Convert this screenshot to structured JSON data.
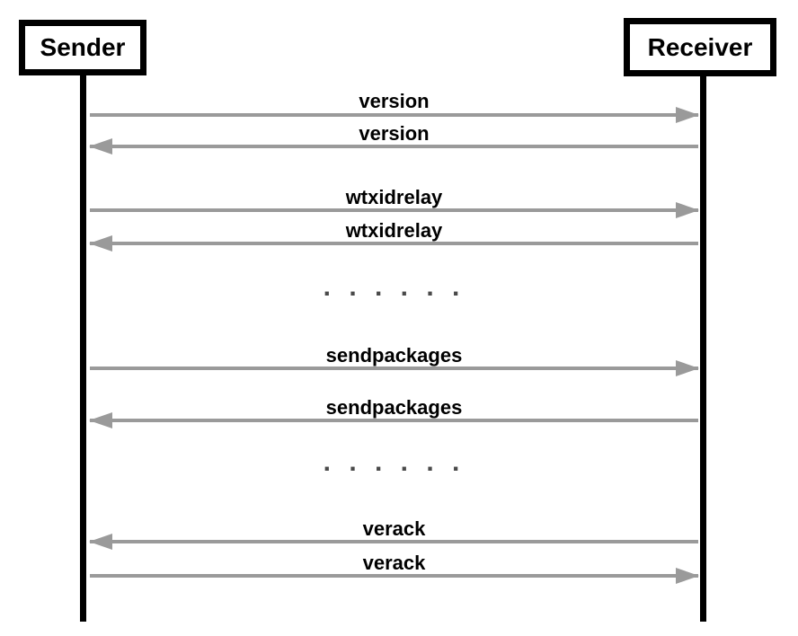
{
  "diagram": {
    "type": "sequence-diagram",
    "actors": [
      {
        "name": "Sender"
      },
      {
        "name": "Receiver"
      }
    ],
    "messages": [
      {
        "label": "version",
        "from": "Sender",
        "to": "Receiver",
        "direction": "right"
      },
      {
        "label": "version",
        "from": "Receiver",
        "to": "Sender",
        "direction": "left"
      },
      {
        "label": "wtxidrelay",
        "from": "Sender",
        "to": "Receiver",
        "direction": "right"
      },
      {
        "label": "wtxidrelay",
        "from": "Receiver",
        "to": "Sender",
        "direction": "left"
      },
      {
        "label": "sendpackages",
        "from": "Sender",
        "to": "Receiver",
        "direction": "right"
      },
      {
        "label": "sendpackages",
        "from": "Receiver",
        "to": "Sender",
        "direction": "left"
      },
      {
        "label": "verack",
        "from": "Receiver",
        "to": "Sender",
        "direction": "left"
      },
      {
        "label": "verack",
        "from": "Sender",
        "to": "Receiver",
        "direction": "right"
      }
    ],
    "ellipsis": ". . . . . .",
    "colors": {
      "arrow": "#9a9a9a",
      "lifeline": "#000000",
      "text": "#000000",
      "ellipsis": "#4a4a4a",
      "background": "#ffffff"
    }
  }
}
